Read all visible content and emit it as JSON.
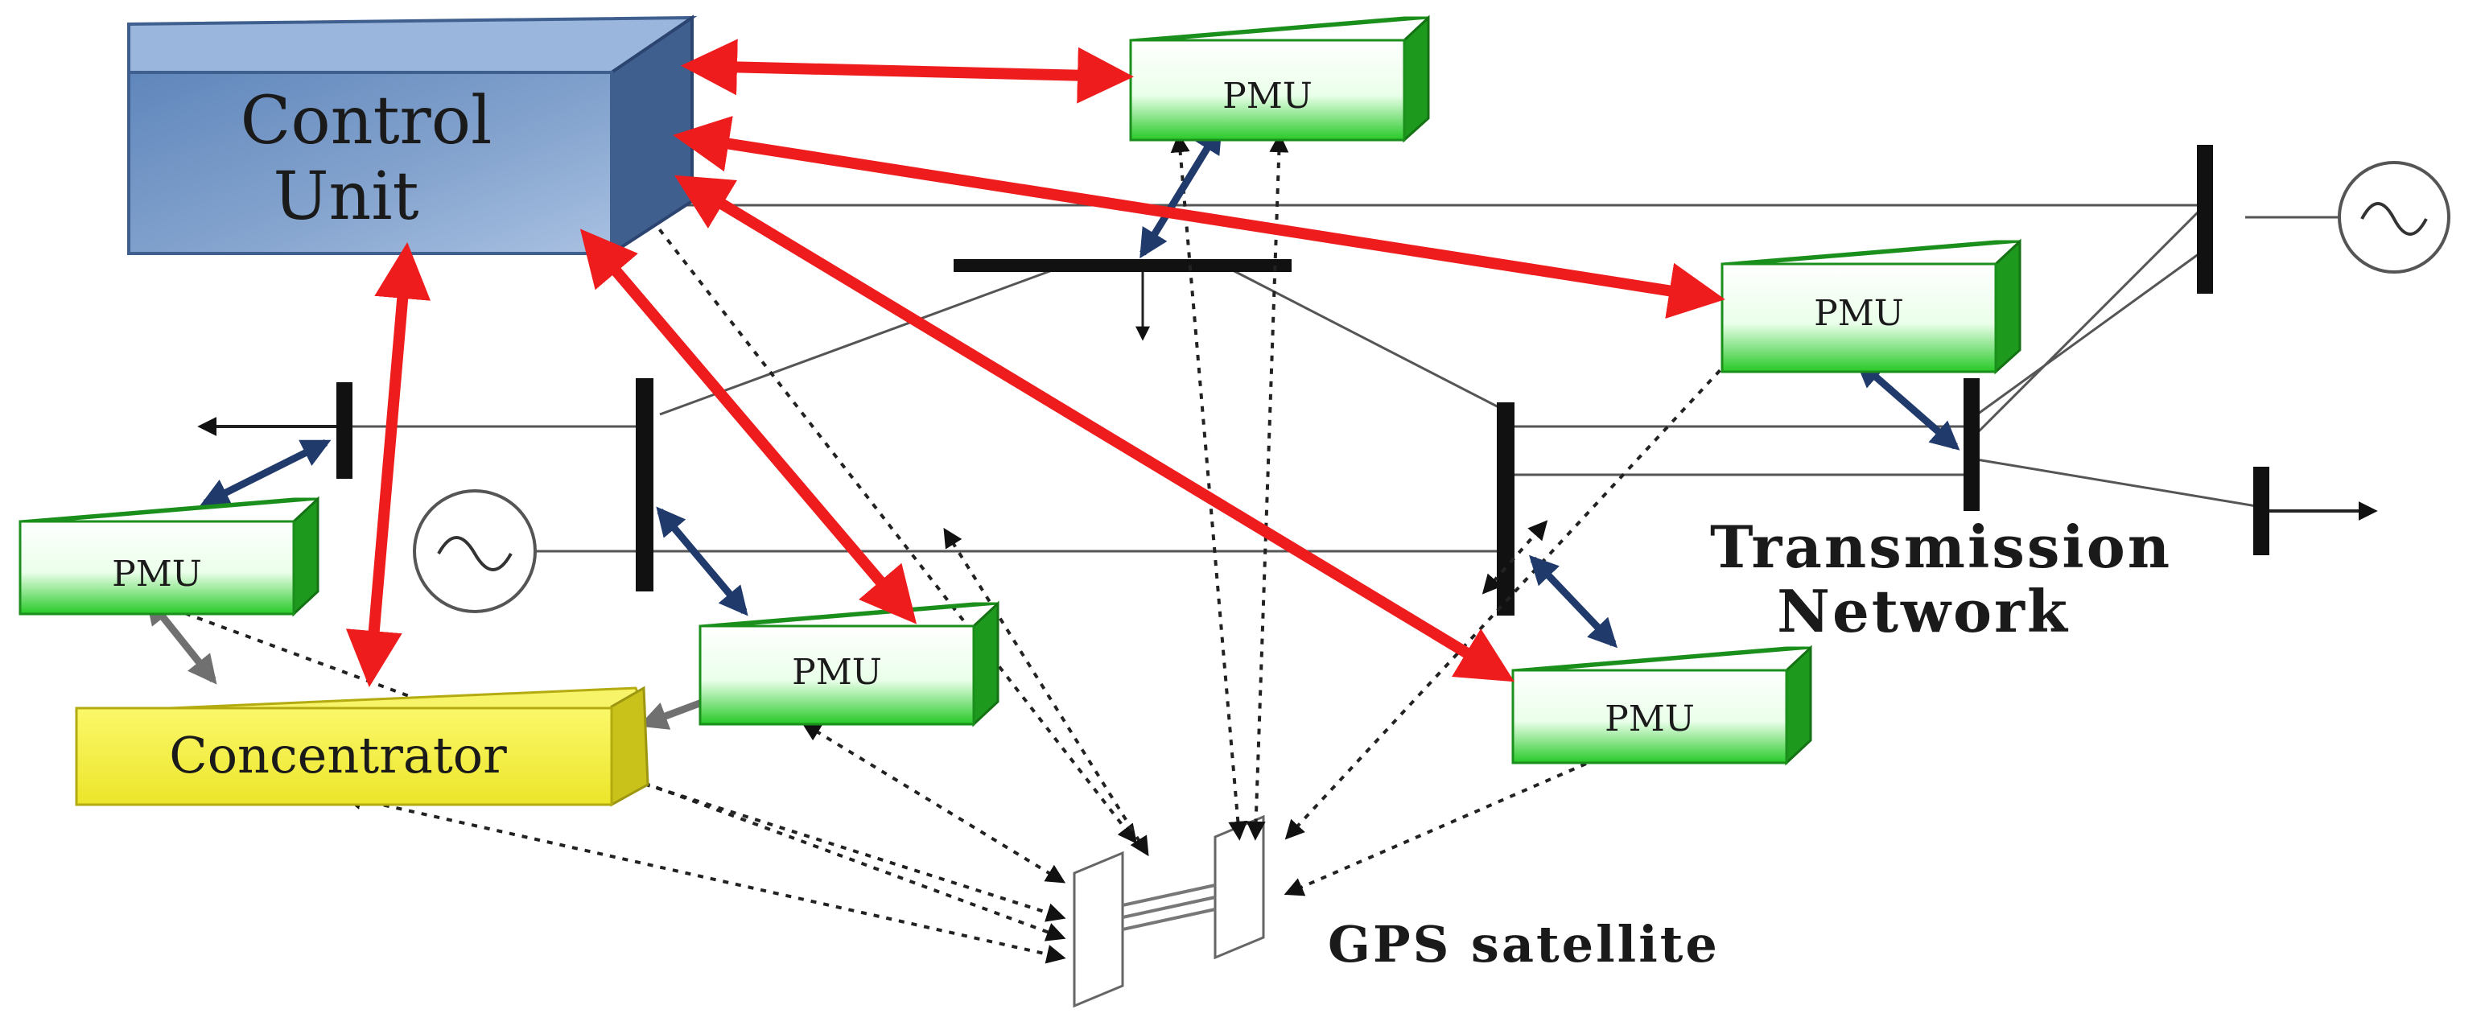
{
  "colors": {
    "control_face": "#6f94c4",
    "control_top": "#9bb6dc",
    "control_side": "#3f5f8f",
    "pmu_face": "#ffffff",
    "pmu_green": "#2fce2f",
    "pmu_side": "#1d9a1d",
    "concentrator_face": "#f4f03a",
    "concentrator_side": "#c9c21a",
    "red_link": "#ee1c1c",
    "navy_link": "#1f3a6b",
    "gray_link": "#707070",
    "bus": "#111111",
    "line": "#555555"
  },
  "labels": {
    "control_unit_line1": "Control",
    "control_unit_line2": "Unit",
    "pmu": "PMU",
    "concentrator": "Concentrator",
    "transmission_line1": "Transmission",
    "transmission_line2": "Network",
    "gps": "GPS satellite"
  },
  "icons": {
    "generator": "ac-generator-icon",
    "satellite": "gps-satellite-icon"
  }
}
